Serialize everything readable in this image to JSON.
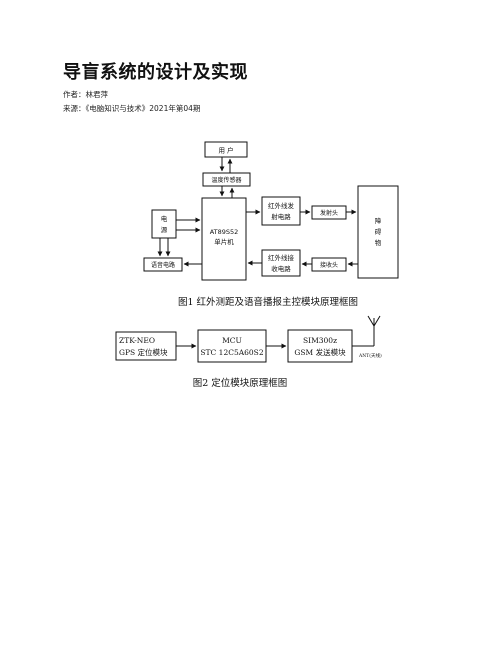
{
  "doc": {
    "title": "导盲系统的设计及实现",
    "author": "作者：林君萍",
    "source": "来源：《电脑知识与技术》2021年第04期"
  },
  "figure1": {
    "user": "用 户",
    "temp_sensor": "温度传感器",
    "mcu_line1": "AT89S52",
    "mcu_line2": "单片机",
    "power_line1": "电",
    "power_line2": "源",
    "voice": "语音电路",
    "ir_tx_line1": "红外线发",
    "ir_tx_line2": "射电路",
    "ir_rx_line1": "红外线接",
    "ir_rx_line2": "收电路",
    "emitter": "发射头",
    "receiver": "接收头",
    "obstacle_line1": "障",
    "obstacle_line2": "碍",
    "obstacle_line3": "物",
    "caption": "图1  红外测距及语音播报主控模块原理框图"
  },
  "figure2": {
    "gps_line1": "ZTK-NEO",
    "gps_line2": "GPS 定位模块",
    "mcu_line1": "MCU",
    "mcu_line2": "STC 12C5A60S2",
    "gsm_line1": "SIM300z",
    "gsm_line2": "GSM 发送模块",
    "antenna": "ANT(天线)",
    "caption": "图2  定位模块原理框图"
  }
}
